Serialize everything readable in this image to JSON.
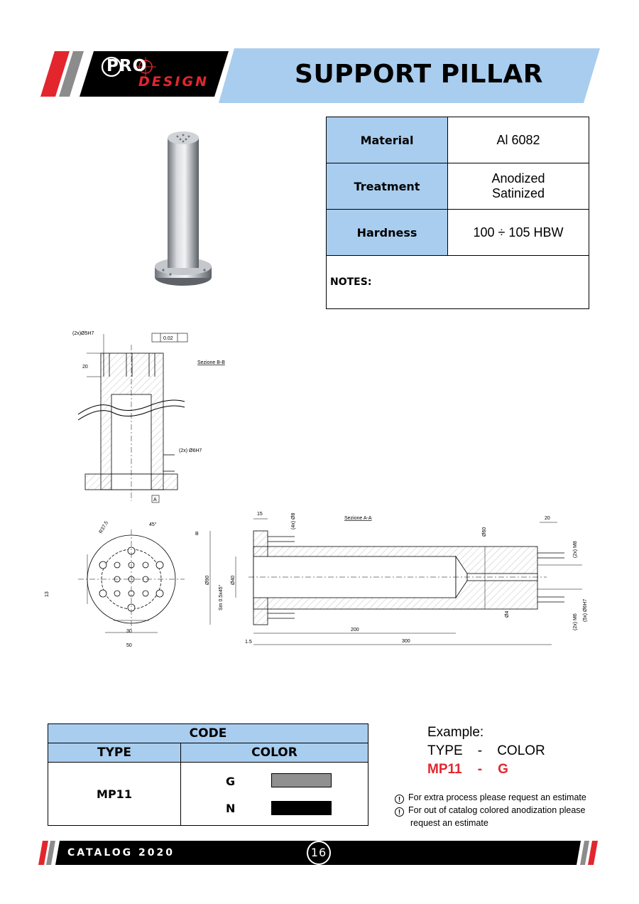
{
  "header": {
    "logo_pro": "PRO",
    "logo_design": "DESIGN",
    "title": "SUPPORT PILLAR"
  },
  "colors": {
    "accent_blue": "#a9cdee",
    "brand_red": "#e3262e",
    "swatch_g": "#909090",
    "swatch_n": "#000000"
  },
  "spec_table": {
    "rows": [
      {
        "label": "Material",
        "value": "Al 6082"
      },
      {
        "label": "Treatment",
        "value_line1": "Anodized",
        "value_line2": "Satinized"
      },
      {
        "label": "Hardness",
        "value": "100 ÷ 105 HBW"
      }
    ],
    "notes_label": "NOTES:"
  },
  "drawing": {
    "section_bb": "Sezione B-B",
    "section_aa": "Sezione A-A",
    "dims": {
      "hole_top": "(2x)Ø5H7",
      "flatness": "0.02",
      "datum_a": "A",
      "dim_20": "20",
      "hole_bottom": "(2x) Ø6H7",
      "angle_45": "45°",
      "r37": "R37.5",
      "b": "B",
      "d90": "Ø90",
      "d40": "Ø40",
      "sm": "Sm 0.5x45°",
      "d15": "15",
      "d8": "(4x) Ø8",
      "d60": "Ø60",
      "m8": "(2x) M8",
      "m6": "(2x) M6",
      "h6": "(5x) Ø6H7",
      "d4": "Ø4",
      "d200": "200",
      "d300": "300",
      "d30": "30",
      "d50": "50",
      "d13": "13",
      "d15b": "1.5"
    }
  },
  "code_table": {
    "header": "CODE",
    "col_type": "TYPE",
    "col_color": "COLOR",
    "type_value": "MP11",
    "colors": [
      {
        "code": "G"
      },
      {
        "code": "N"
      }
    ]
  },
  "example": {
    "title": "Example:",
    "pattern_type": "TYPE",
    "dash": "-",
    "pattern_color": "COLOR",
    "sample_type": "MP11",
    "sample_color": "G"
  },
  "notes": [
    "For extra process please request an estimate",
    "For out of catalog colored anodization please request an estimate"
  ],
  "footer": {
    "label": "CATALOG 2020",
    "page": "16"
  }
}
